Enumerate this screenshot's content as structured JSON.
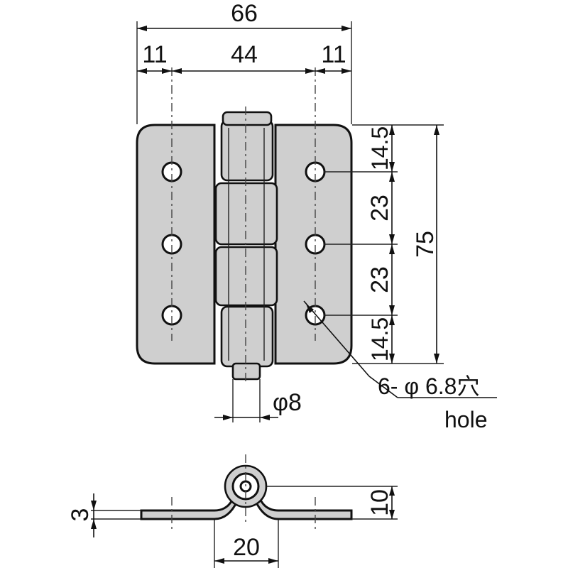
{
  "front_view": {
    "dim_total_width": "66",
    "dim_edge_left": "11",
    "dim_hole_spacing_x": "44",
    "dim_edge_right": "11",
    "dim_top_margin": "14.5",
    "dim_pitch_1": "23",
    "dim_pitch_2": "23",
    "dim_bottom_margin": "14.5",
    "dim_total_height": "75",
    "pin_diameter": "φ8",
    "hole_callout": "6- φ 6.8穴",
    "hole_callout_en": "hole"
  },
  "side_view": {
    "dim_thickness": "3",
    "dim_knuckle_height": "10",
    "dim_knuckle_width": "20"
  }
}
